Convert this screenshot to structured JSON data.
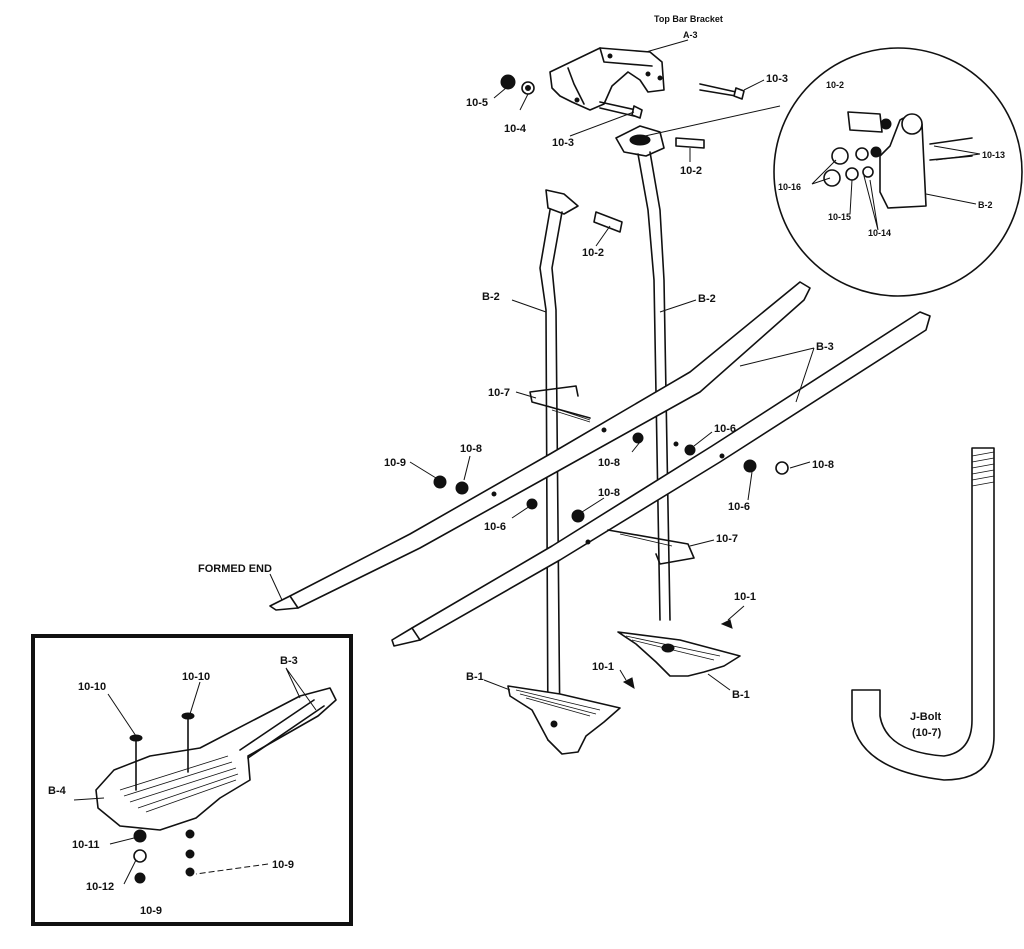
{
  "labels": {
    "top_bar_bracket": "Top Bar Bracket",
    "a3": "A-3",
    "p10_3_right": "10-3",
    "p10_3_left": "10-3",
    "p10_5": "10-5",
    "p10_4": "10-4",
    "p10_2_top": "10-2",
    "p10_2_mid": "10-2",
    "b2_left": "B-2",
    "b2_right": "B-2",
    "b3_top": "B-3",
    "p10_7_top": "10-7",
    "p10_7_bottom": "10-7",
    "p10_6_r1": "10-6",
    "p10_8_r1": "10-8",
    "p10_8_r2": "10-8",
    "p10_6_r2": "10-6",
    "p10_9_l": "10-9",
    "p10_8_l": "10-8",
    "p10_8_c": "10-8",
    "p10_6_l": "10-6",
    "formed_end": "FORMED END",
    "p10_1_top": "10-1",
    "p10_1_mid": "10-1",
    "b1_left": "B-1",
    "b1_right": "B-1",
    "jbolt": "J-Bolt",
    "jbolt_ref": "(10-7)"
  },
  "inset_circle": {
    "p10_2": "10-2",
    "p10_13": "10-13",
    "p10_16": "10-16",
    "p10_15": "10-15",
    "p10_14": "10-14",
    "b2": "B-2"
  },
  "inset_box": {
    "p10_10_l": "10-10",
    "p10_10_r": "10-10",
    "b3": "B-3",
    "b4": "B-4",
    "p10_11": "10-11",
    "p10_12": "10-12",
    "p10_9_bottom": "10-9",
    "p10_9_right": "10-9"
  }
}
